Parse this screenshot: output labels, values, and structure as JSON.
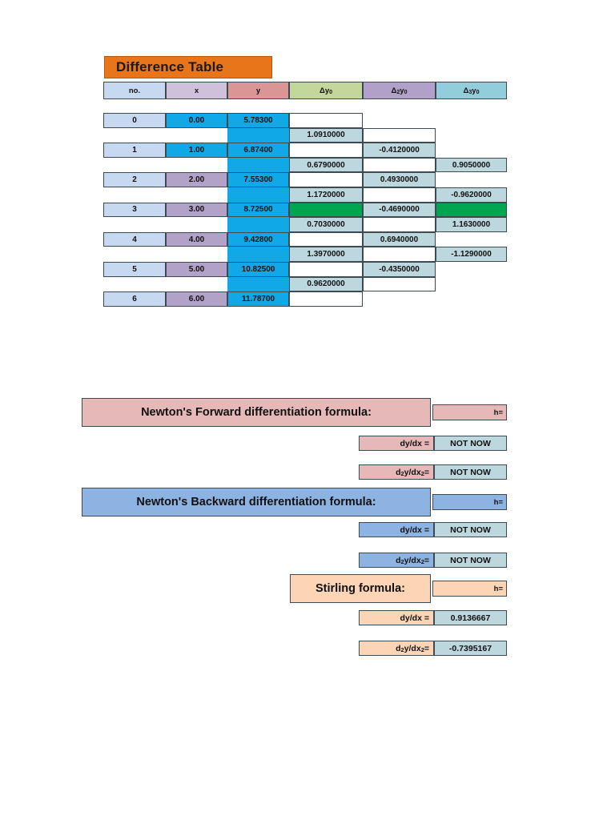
{
  "difference_table": {
    "title": "Difference Table",
    "title_color": "#E8751A",
    "headers": [
      "no.",
      "x",
      "y",
      "Δy₀",
      "Δ₂y₀",
      "Δ₃y₀"
    ],
    "header_colors": [
      "#C6D9F0",
      "#CFC0DC",
      "#D99694",
      "#C3D69B",
      "#B1A0C7",
      "#92CDDC"
    ],
    "rows": [
      {
        "no": "0",
        "x": "0.00",
        "y": "5.78300",
        "x_fill": "#11A8E8"
      },
      {
        "no": "1",
        "x": "1.00",
        "y": "6.87400",
        "x_fill": "#11A8E8"
      },
      {
        "no": "2",
        "x": "2.00",
        "y": "7.55300",
        "x_fill": "#B3A2C7"
      },
      {
        "no": "3",
        "x": "3.00",
        "y": "8.72500",
        "x_fill": "#B3A2C7"
      },
      {
        "no": "4",
        "x": "4.00",
        "y": "9.42800",
        "x_fill": "#B3A2C7"
      },
      {
        "no": "5",
        "x": "5.00",
        "y": "10.82500",
        "x_fill": "#B3A2C7"
      },
      {
        "no": "6",
        "x": "6.00",
        "y": "11.78700",
        "x_fill": "#B3A2C7"
      }
    ],
    "delta1": [
      "1.0910000",
      "0.6790000",
      "1.1720000",
      "0.7030000",
      "1.3970000",
      "0.9620000"
    ],
    "delta2": [
      "-0.4120000",
      "0.4930000",
      "-0.4690000",
      "0.6940000",
      "-0.4350000"
    ],
    "delta3": [
      "0.9050000",
      "-0.9620000",
      "1.1630000",
      "-1.1290000"
    ],
    "highlight_color": "#00A550",
    "highlighted_cells": [
      "delta1-row3",
      "delta3-row3"
    ]
  },
  "forward": {
    "title": "Newton's Forward differentiation formula:",
    "color": "#E6B8B7",
    "h_label": "h=",
    "h_value": "",
    "first_label": "dy/dx =",
    "first_value": "NOT NOW",
    "second_label_pre": "d",
    "second_label_sub1": "2",
    "second_label_mid": "y/dx",
    "second_label_sub2": "2",
    "second_label_post": " =",
    "second_value": "NOT NOW"
  },
  "backward": {
    "title": "Newton's Backward differentiation formula:",
    "color": "#8DB3E2",
    "h_label": "h=",
    "h_value": "",
    "first_label": "dy/dx =",
    "first_value": "NOT NOW",
    "second_label_pre": "d",
    "second_label_sub1": "2",
    "second_label_mid": "y/dx",
    "second_label_sub2": "2",
    "second_label_post": " =",
    "second_value": "NOT NOW"
  },
  "stirling": {
    "title": "Stirling formula:",
    "color": "#FBD5B5",
    "h_label": "h=",
    "h_value": "",
    "first_label": "dy/dx =",
    "first_value": "0.9136667",
    "second_label_pre": "d",
    "second_label_sub1": "2",
    "second_label_mid": "y/dx",
    "second_label_sub2": "2",
    "second_label_post": " =",
    "second_value": "-0.7395167"
  }
}
